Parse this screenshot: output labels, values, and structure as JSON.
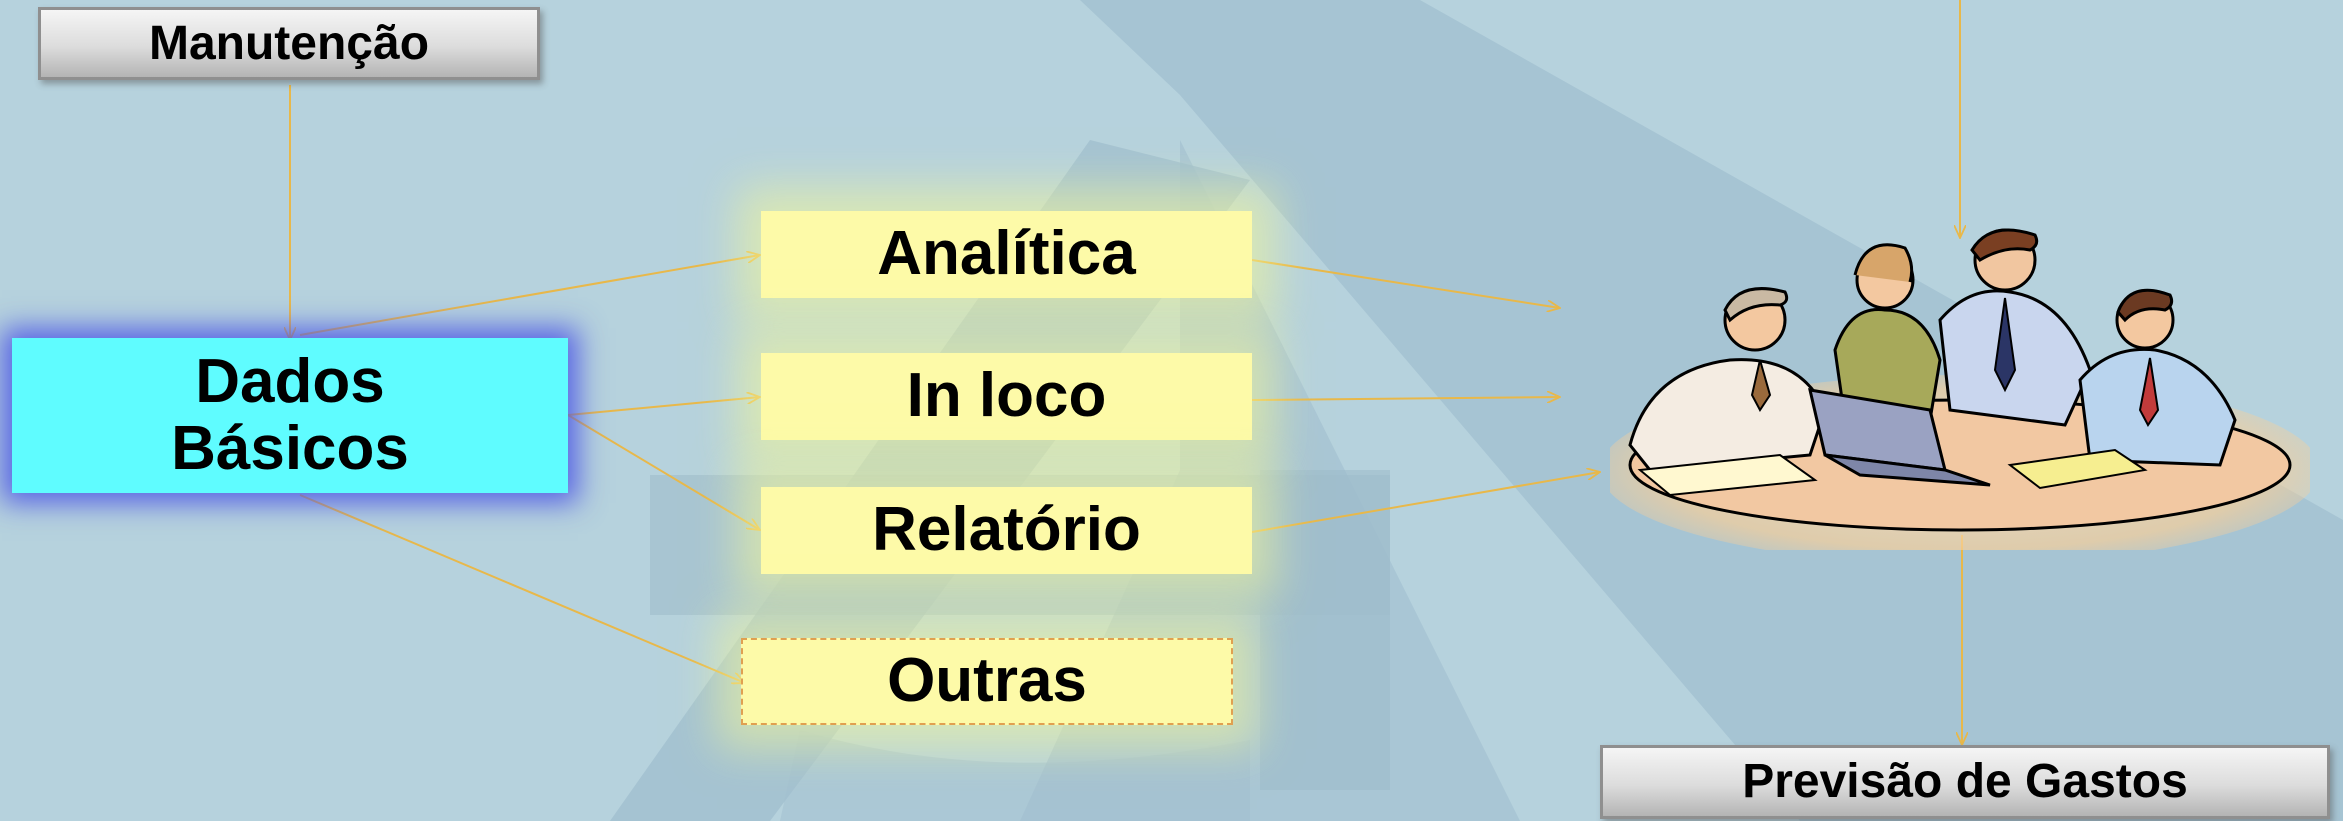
{
  "nodes": {
    "manutencao": "Manutenção",
    "dados_basicos": "Dados\nBásicos",
    "analitica": "Analítica",
    "in_loco": "In loco",
    "relatorio": "Relatório",
    "outras": "Outras",
    "previsao": "Previsão de Gastos"
  },
  "illustration": "team-meeting-clipart",
  "colors": {
    "background": "#b6d2dd",
    "watermark": "#9dbbcb",
    "arrow": "#e8b84a",
    "dados_fill": "#5ffcff",
    "option_fill": "#fdfaa8"
  }
}
